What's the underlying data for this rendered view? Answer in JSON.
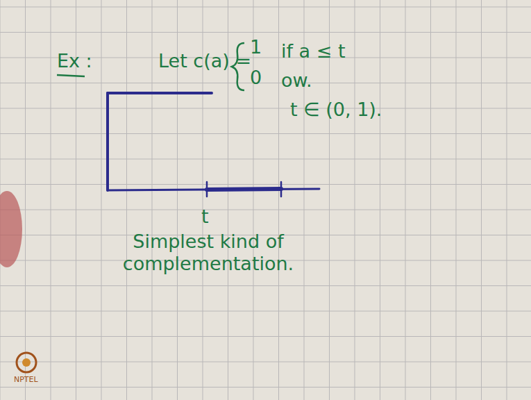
{
  "diagram": {
    "labels": [
      "Ex :",
      "Let c(a) =",
      "1",
      "if a ≤ t",
      "0",
      "ow.",
      "t ∈ (0, 1).",
      "t",
      "Simplest kind of complementation.",
      "NPTEL"
    ]
  }
}
